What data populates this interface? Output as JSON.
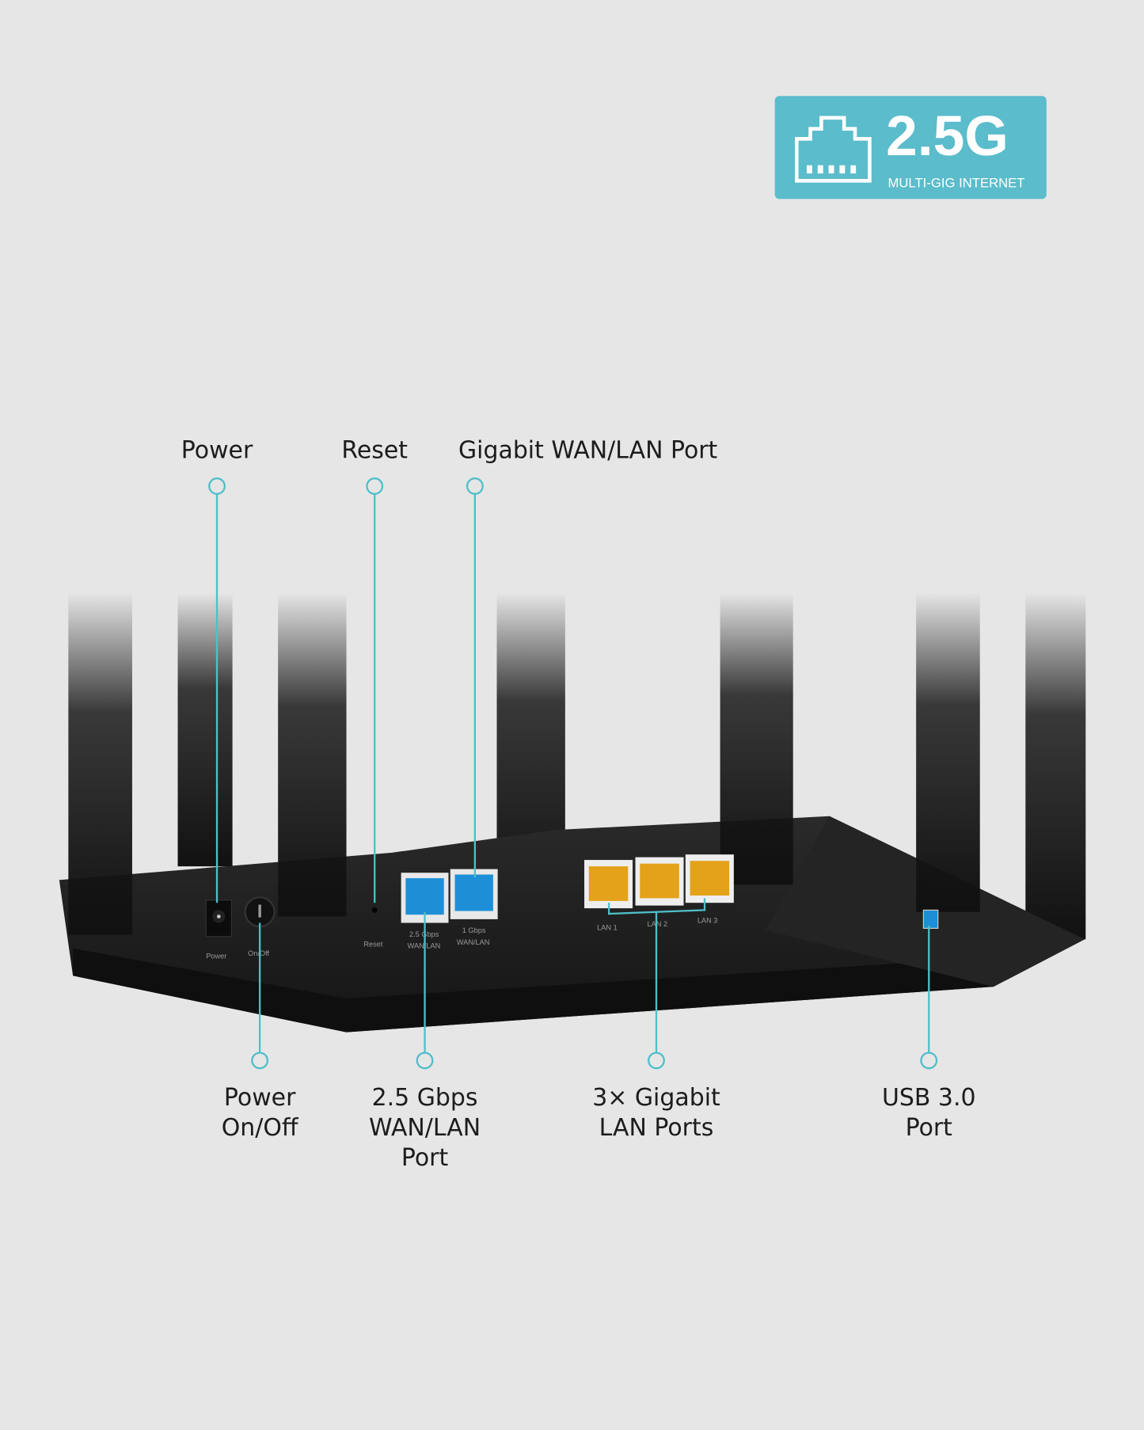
{
  "badge": {
    "icon": "ethernet-port-icon",
    "speed": "2.5G",
    "subtitle": "MULTI-GIG INTERNET",
    "color": "#5bbccb"
  },
  "callouts_top": [
    {
      "label": "Power"
    },
    {
      "label": "Reset"
    },
    {
      "label": "Gigabit WAN/LAN Port"
    }
  ],
  "callouts_bottom": [
    {
      "lines": [
        "Power",
        "On/Off"
      ]
    },
    {
      "lines": [
        "2.5 Gbps",
        "WAN/LAN",
        "Port"
      ]
    },
    {
      "lines": [
        "3× Gigabit",
        "LAN Ports"
      ]
    },
    {
      "lines": [
        "USB 3.0",
        "Port"
      ]
    }
  ],
  "device_labels": {
    "power": "Power",
    "onoff": "On/Off",
    "reset": "Reset",
    "wan25_1": "2.5 Gbps",
    "wan25_2": "WAN/LAN",
    "wan1_1": "1 Gbps",
    "wan1_2": "WAN/LAN",
    "lan1": "LAN 1",
    "lan2": "LAN 2",
    "lan3": "LAN 3"
  },
  "colors": {
    "callout_line": "#4fbfc9",
    "wan_port": "#1e8fd6",
    "lan_port": "#e3a21a",
    "router_body": "#1d1d1d",
    "background": "#e6e6e6"
  }
}
